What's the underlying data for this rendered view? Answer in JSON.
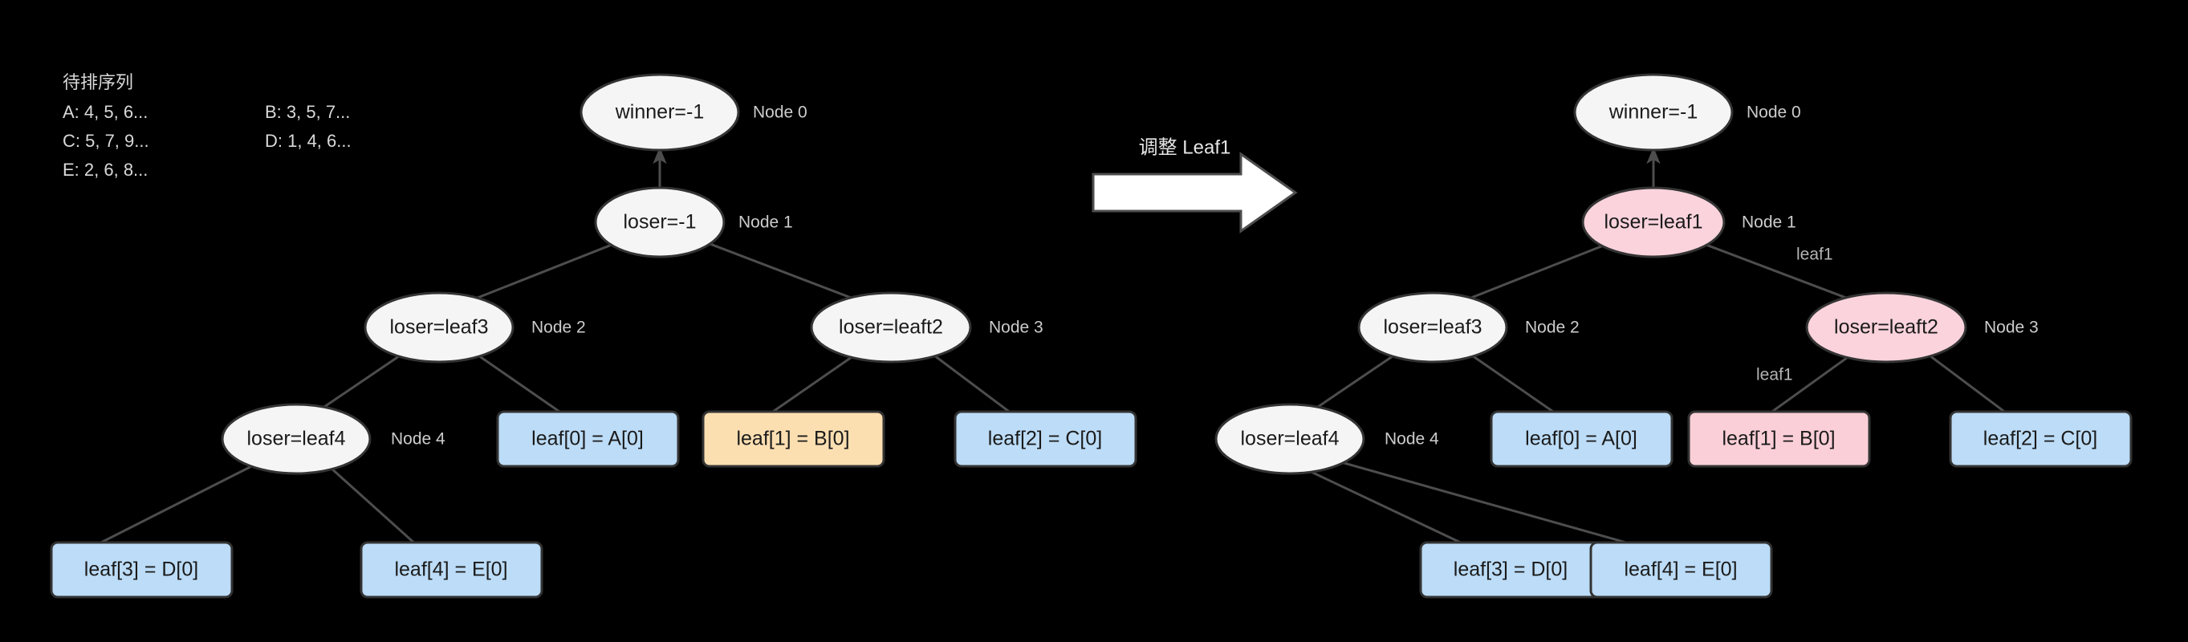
{
  "legend": {
    "title": "待排序列",
    "col1": [
      "A: 4, 5, 6...",
      "C: 5, 7, 9...",
      "E: 2, 6, 8..."
    ],
    "col2": [
      "B: 3, 5, 7...",
      "D: 1, 4, 6..."
    ]
  },
  "transition": {
    "caption": "调整 Leaf1"
  },
  "colors": {
    "background": "#000000",
    "node_fill": "#f5f5f5",
    "node_highlight_fill": "#fad3dc",
    "leaf_fill": "#bcdcf7",
    "leaf_orange_fill": "#fcdfb1",
    "leaf_pink_fill": "#fbcfd8",
    "stroke": "#333333",
    "edge": "#4d4d4d",
    "tag_text": "#cccccc"
  },
  "left_tree": {
    "nodes": [
      {
        "label": "winner=-1",
        "tag": "Node 0",
        "highlight": false
      },
      {
        "label": "loser=-1",
        "tag": "Node 1",
        "highlight": false
      },
      {
        "label": "loser=leaf3",
        "tag": "Node 2",
        "highlight": false
      },
      {
        "label": "loser=leaft2",
        "tag": "Node 3",
        "highlight": false
      },
      {
        "label": "loser=leaf4",
        "tag": "Node 4",
        "highlight": false
      }
    ],
    "leaves": [
      {
        "label": "leaf[0] = A[0]",
        "style": "blue"
      },
      {
        "label": "leaf[1] = B[0]",
        "style": "orange"
      },
      {
        "label": "leaf[2] = C[0]",
        "style": "blue"
      },
      {
        "label": "leaf[3] = D[0]",
        "style": "blue"
      },
      {
        "label": "leaf[4] = E[0]",
        "style": "blue"
      }
    ],
    "edge_tags": []
  },
  "right_tree": {
    "nodes": [
      {
        "label": "winner=-1",
        "tag": "Node 0",
        "highlight": false
      },
      {
        "label": "loser=leaf1",
        "tag": "Node 1",
        "highlight": true
      },
      {
        "label": "loser=leaf3",
        "tag": "Node 2",
        "highlight": false
      },
      {
        "label": "loser=leaft2",
        "tag": "Node 3",
        "highlight": true
      },
      {
        "label": "loser=leaf4",
        "tag": "Node 4",
        "highlight": false
      }
    ],
    "leaves": [
      {
        "label": "leaf[0] = A[0]",
        "style": "blue"
      },
      {
        "label": "leaf[1] = B[0]",
        "style": "pink"
      },
      {
        "label": "leaf[2] = C[0]",
        "style": "blue"
      },
      {
        "label": "leaf[3] = D[0]",
        "style": "blue"
      },
      {
        "label": "leaf[4] = E[0]",
        "style": "blue"
      }
    ],
    "edge_tags": [
      "leaf1",
      "leaf1"
    ]
  }
}
